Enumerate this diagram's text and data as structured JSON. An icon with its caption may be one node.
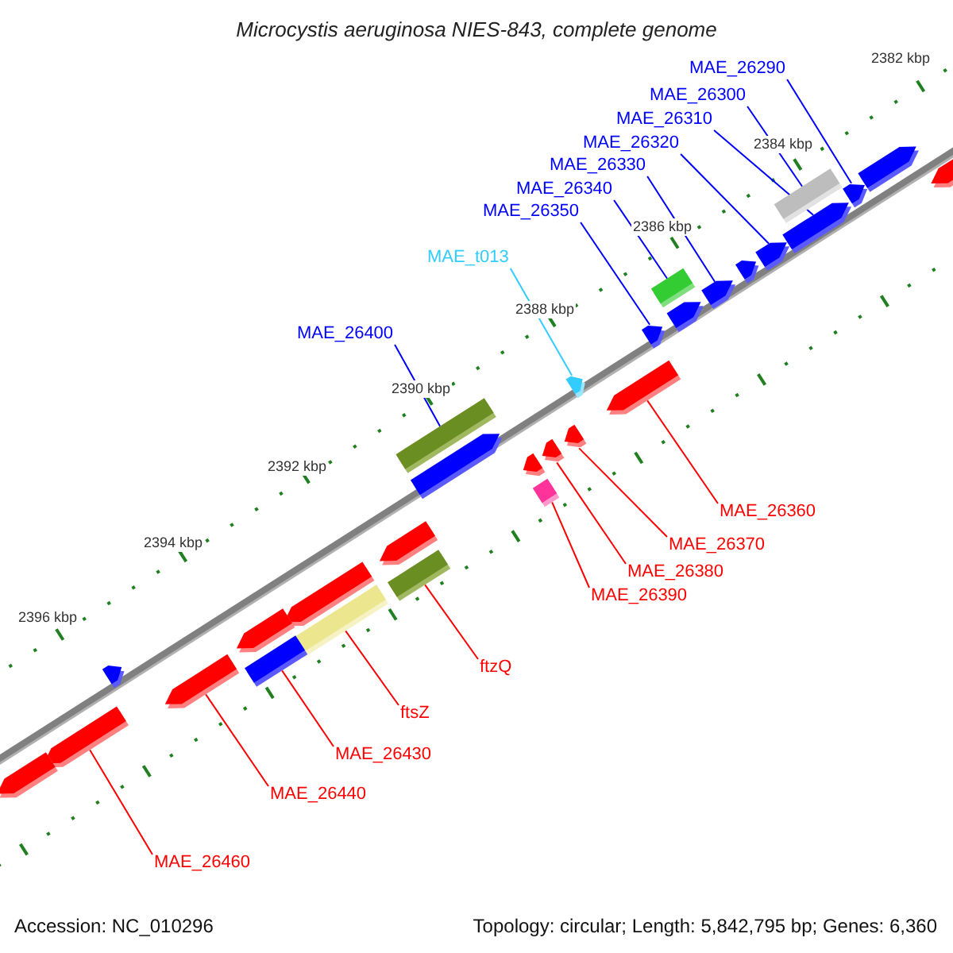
{
  "diagram": {
    "title": "Microcystis aeruginosa NIES-843, complete genome",
    "nodes": [
      {
        "text": [
          "MAE_26290"
        ]
      },
      {
        "text": [
          "MAE_26300"
        ]
      },
      {
        "text": [
          "MAE_26310"
        ]
      },
      {
        "text": [
          "MAE_26320"
        ]
      },
      {
        "text": [
          "MAE_26330"
        ]
      },
      {
        "text": [
          "MAE_26340"
        ]
      },
      {
        "text": [
          "MAE_26350"
        ]
      },
      {
        "text": [
          "MAE_t013"
        ]
      },
      {
        "text": [
          "MAE_26400"
        ]
      },
      {
        "text": [
          "MAE_26360"
        ]
      },
      {
        "text": [
          "MAE_26370"
        ]
      },
      {
        "text": [
          "MAE_26380"
        ]
      },
      {
        "text": [
          "MAE_26390"
        ]
      },
      {
        "text": [
          "ftzQ"
        ]
      },
      {
        "text": [
          "ftsZ"
        ]
      },
      {
        "text": [
          "MAE_26430"
        ]
      },
      {
        "text": [
          "MAE_26440"
        ]
      },
      {
        "text": [
          "MAE_26460"
        ]
      },
      {
        "text": [],
        "shape": "pentagon"
      },
      {
        "text": [],
        "shape": "pentagon"
      },
      {
        "text": [],
        "shape": "pentagon"
      },
      {
        "text": [],
        "shape": "box"
      },
      {
        "text": [],
        "shape": "pentagon"
      },
      {
        "text": [],
        "shape": "pentagon"
      },
      {
        "text": [],
        "shape": "pentagon"
      },
      {
        "text": [],
        "shape": "box"
      },
      {
        "text": [],
        "shape": "pentagon"
      },
      {
        "text": [],
        "shape": "pentagon"
      },
      {
        "text": [],
        "shape": "pentagon"
      },
      {
        "text": [],
        "shape": "pentagon"
      },
      {
        "text": [],
        "shape": "pentagon"
      },
      {
        "text": [],
        "shape": "box"
      },
      {
        "text": [],
        "shape": "pentagon"
      },
      {
        "text": [],
        "shape": "pentagon"
      },
      {
        "text": [],
        "shape": "pentagon"
      },
      {
        "text": [],
        "shape": "pentagon"
      },
      {
        "text": [],
        "shape": "box"
      },
      {
        "text": [],
        "shape": "pentagon"
      },
      {
        "text": [],
        "shape": "box"
      },
      {
        "text": [],
        "shape": "pentagon"
      },
      {
        "text": [],
        "shape": "box"
      },
      {
        "text": [],
        "shape": "pentagon"
      },
      {
        "text": [],
        "shape": "box"
      },
      {
        "text": [],
        "shape": "pentagon"
      },
      {
        "text": [],
        "shape": "pentagon"
      },
      {
        "text": [],
        "shape": "pentagon"
      },
      {
        "text": [],
        "shape": "pentagon"
      }
    ],
    "edges": [
      {
        "from": 0,
        "to": 20,
        "arrow": "none",
        "color": "#0000ff"
      },
      {
        "from": 1,
        "to": 21,
        "arrow": "none",
        "color": "#0000ff"
      },
      {
        "from": 2,
        "to": 22,
        "arrow": "none",
        "color": "#0000ff"
      },
      {
        "from": 3,
        "to": 23,
        "arrow": "none",
        "color": "#0000ff"
      },
      {
        "from": 4,
        "to": 26,
        "arrow": "none",
        "color": "#0000ff"
      },
      {
        "from": 5,
        "to": 25,
        "arrow": "none",
        "color": "#0000ff"
      },
      {
        "from": 6,
        "to": 28,
        "arrow": "none",
        "color": "#0000ff"
      },
      {
        "from": 7,
        "to": 29,
        "arrow": "none",
        "color": "#33ccff"
      },
      {
        "from": 8,
        "to": 31,
        "arrow": "none",
        "color": "#0000ff"
      },
      {
        "from": 9,
        "to": 30,
        "arrow": "none"
      },
      {
        "from": 10,
        "to": 32,
        "arrow": "none"
      },
      {
        "from": 11,
        "to": 33,
        "arrow": "none"
      },
      {
        "from": 12,
        "to": 36,
        "arrow": "none"
      },
      {
        "from": 13,
        "to": 38,
        "arrow": "none"
      },
      {
        "from": 14,
        "to": 40,
        "arrow": "none"
      },
      {
        "from": 15,
        "to": 42,
        "arrow": "none"
      },
      {
        "from": 16,
        "to": 44,
        "arrow": "none"
      },
      {
        "from": 17,
        "to": 45,
        "arrow": "none"
      }
    ],
    "labels": [
      "2382 kbp",
      "2384 kbp",
      "2386 kbp",
      "2388 kbp",
      "2390 kbp",
      "2392 kbp",
      "2394 kbp",
      "2396 kbp",
      "Accession: NC_010296",
      "Topology: circular; Length: 5,842,795 bp; Genes: 6,360"
    ]
  }
}
